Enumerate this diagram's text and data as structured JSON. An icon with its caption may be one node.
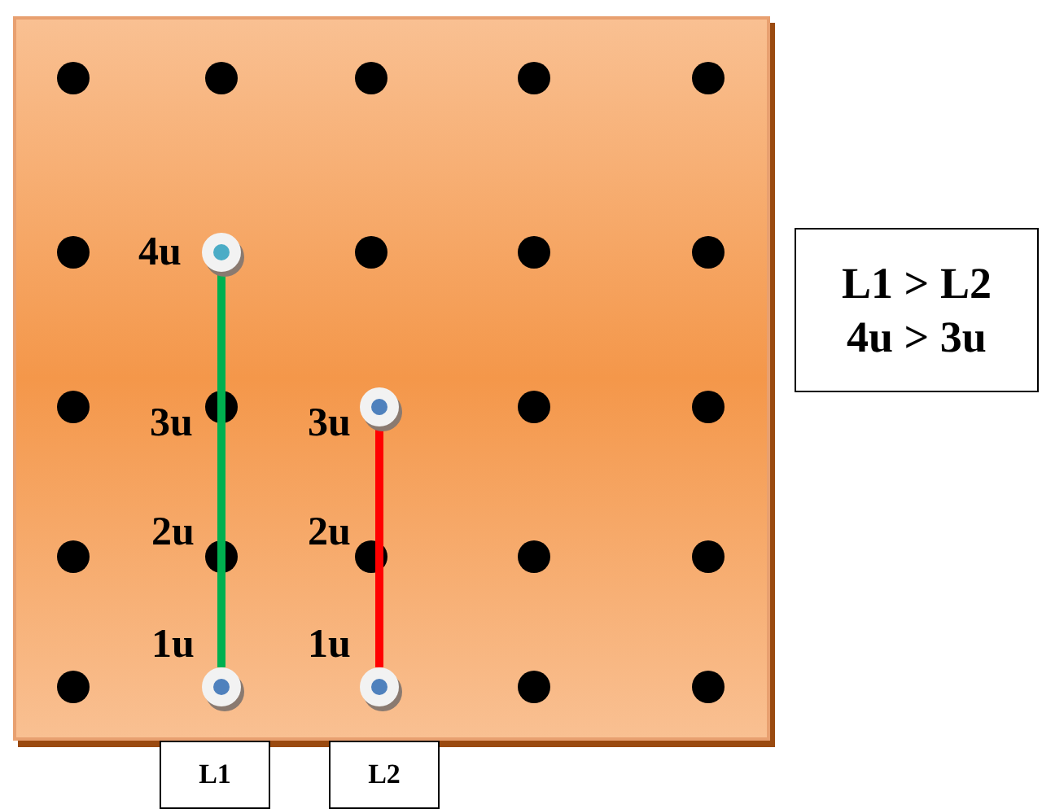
{
  "diagram": {
    "nodes": [
      {
        "text": [],
        "shape": "circle"
      },
      {
        "text": [],
        "shape": "circle"
      },
      {
        "text": [],
        "shape": "circle"
      },
      {
        "text": [],
        "shape": "circle"
      },
      {
        "text": [
          "L1 > L2",
          "4u > 3u"
        ]
      },
      {
        "text": [
          "L1"
        ]
      },
      {
        "text": [
          "L2"
        ]
      }
    ],
    "edges": [
      {
        "from": 0,
        "to": 1,
        "arrow": "none",
        "color": "#00b050"
      },
      {
        "from": 2,
        "to": 3,
        "arrow": "none",
        "color": "#ff0000"
      }
    ],
    "labels": [
      "4u",
      "3u",
      "3u",
      "2u",
      "2u",
      "1u",
      "1u"
    ]
  }
}
